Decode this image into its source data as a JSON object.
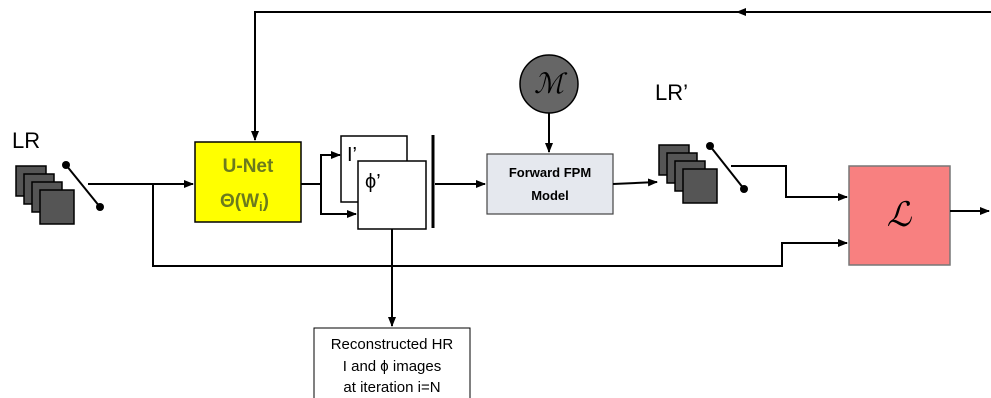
{
  "labels": {
    "lr": "LR",
    "lr_prime": "LR’",
    "unet_title": "U-Net",
    "unet_param": "Θ(W",
    "unet_param_sub": "i",
    "unet_param_close": ")",
    "i_prime": "I’",
    "phi_prime": "ϕ’",
    "forward_model_line1": "Forward FPM",
    "forward_model_line2": "Model",
    "m_symbol": "ℳ",
    "loss_symbol": "ℒ",
    "output_line1": "Reconstructed HR",
    "output_line2": "I and ϕ images",
    "output_line3": "at iteration i=N"
  },
  "colors": {
    "unet_fill": "#ffff00",
    "unet_text": "#6b7a1e",
    "forward_fill": "#e5e8ee",
    "loss_fill": "#f88080",
    "m_fill": "#666666",
    "stack_fill": "#555555"
  }
}
